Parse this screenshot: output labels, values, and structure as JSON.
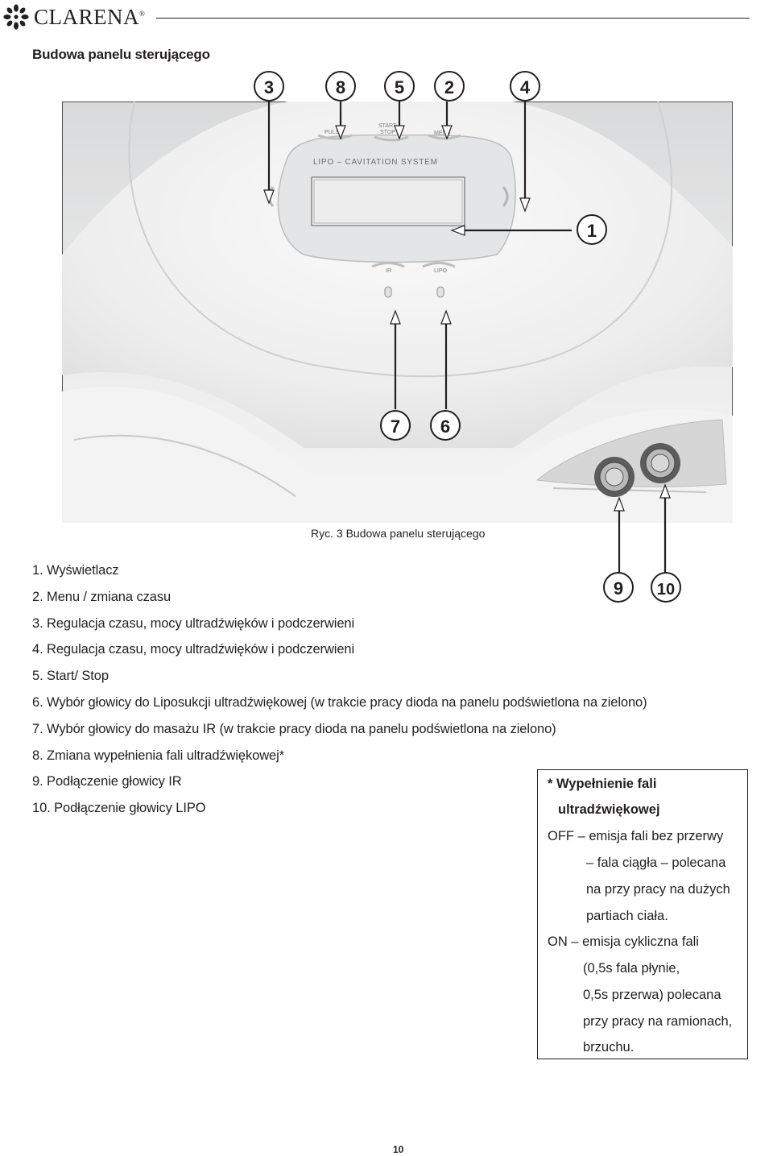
{
  "header": {
    "brand": "CLARENA",
    "registered_mark": "®"
  },
  "section_title": "Budowa panelu sterującego",
  "figure": {
    "caption": "Ryc. 3  Budowa panelu sterującego",
    "panel_title": "LIPO – CAVITATION SYSTEM",
    "buttons": {
      "pulse": "PULSE",
      "start": "START",
      "stop": "STOP",
      "menu": "MENU",
      "ir": "IR",
      "lipo": "LIPO"
    },
    "callout_numbers": [
      "3",
      "8",
      "5",
      "2",
      "4",
      "1",
      "7",
      "6",
      "9",
      "10"
    ]
  },
  "legend": [
    "1. Wyświetlacz",
    "2. Menu / zmiana czasu",
    "3. Regulacja czasu, mocy ultradźwięków i podczerwieni",
    "4. Regulacja czasu, mocy ultradźwięków i podczerwieni",
    "5. Start/ Stop",
    "6. Wybór głowicy do Liposukcji ultradźwiękowej (w trakcie pracy dioda na panelu podświetlona na zielono)",
    "7. Wybór głowicy do masażu IR (w trakcie pracy dioda na panelu podświetlona na zielono)",
    "8. Zmiana wypełnienia fali ultradźwiękowej*",
    "9. Podłączenie głowicy IR",
    "10. Podłączenie głowicy LIPO"
  ],
  "note": {
    "title_line1": "* Wypełnienie fali",
    "title_line2": "ultradźwiękowej",
    "off_line1": "OFF – emisja fali bez przerwy",
    "off_line2": "– fala ciągła – polecana",
    "off_line3": "na przy pracy na dużych",
    "off_line4": "partiach ciała.",
    "on_line1": "ON – emisja cykliczna fali",
    "on_line2": "(0,5s fala płynie,",
    "on_line3": "0,5s przerwa) polecana",
    "on_line4": "przy pracy na ramionach,",
    "on_line5": "brzuchu."
  },
  "page_number": "10"
}
